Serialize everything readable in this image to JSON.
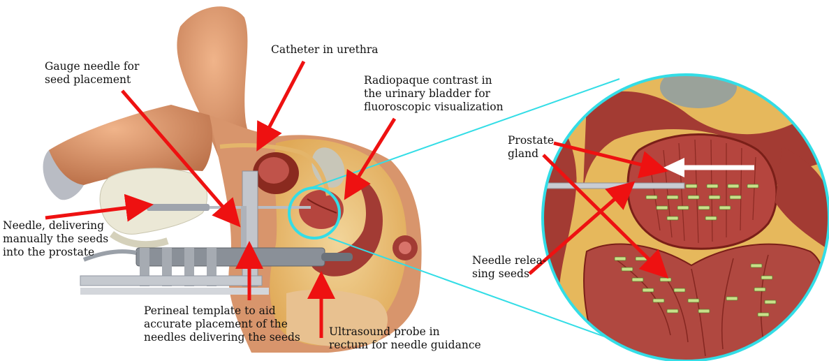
{
  "labels": {
    "gauge_needle": "Gauge needle for\nseed placement",
    "catheter": "Catheter in urethra",
    "contrast": "Radiopaque contrast in\nthe urinary bladder for\nfluoroscopic visualization",
    "needle_delivering": "Needle, delivering\nmanually the seeds\ninto the prostate",
    "perineal_template": "Perineal template to aid\naccurate placement of the\nneedles delivering the seeds",
    "ultrasound_probe": "Ultrasound probe in\nrectum for needle guidance",
    "prostate_gland": "Prostate\ngland",
    "needle_releasing": "Needle relea-\nsing seeds"
  },
  "colors": {
    "arrow": "#ee1111",
    "zoom_outline": "#33dde6",
    "skin": "#d8956c",
    "tissue": "#b5453e",
    "fat": "#e6b85c",
    "seed": "#c9e08a"
  }
}
